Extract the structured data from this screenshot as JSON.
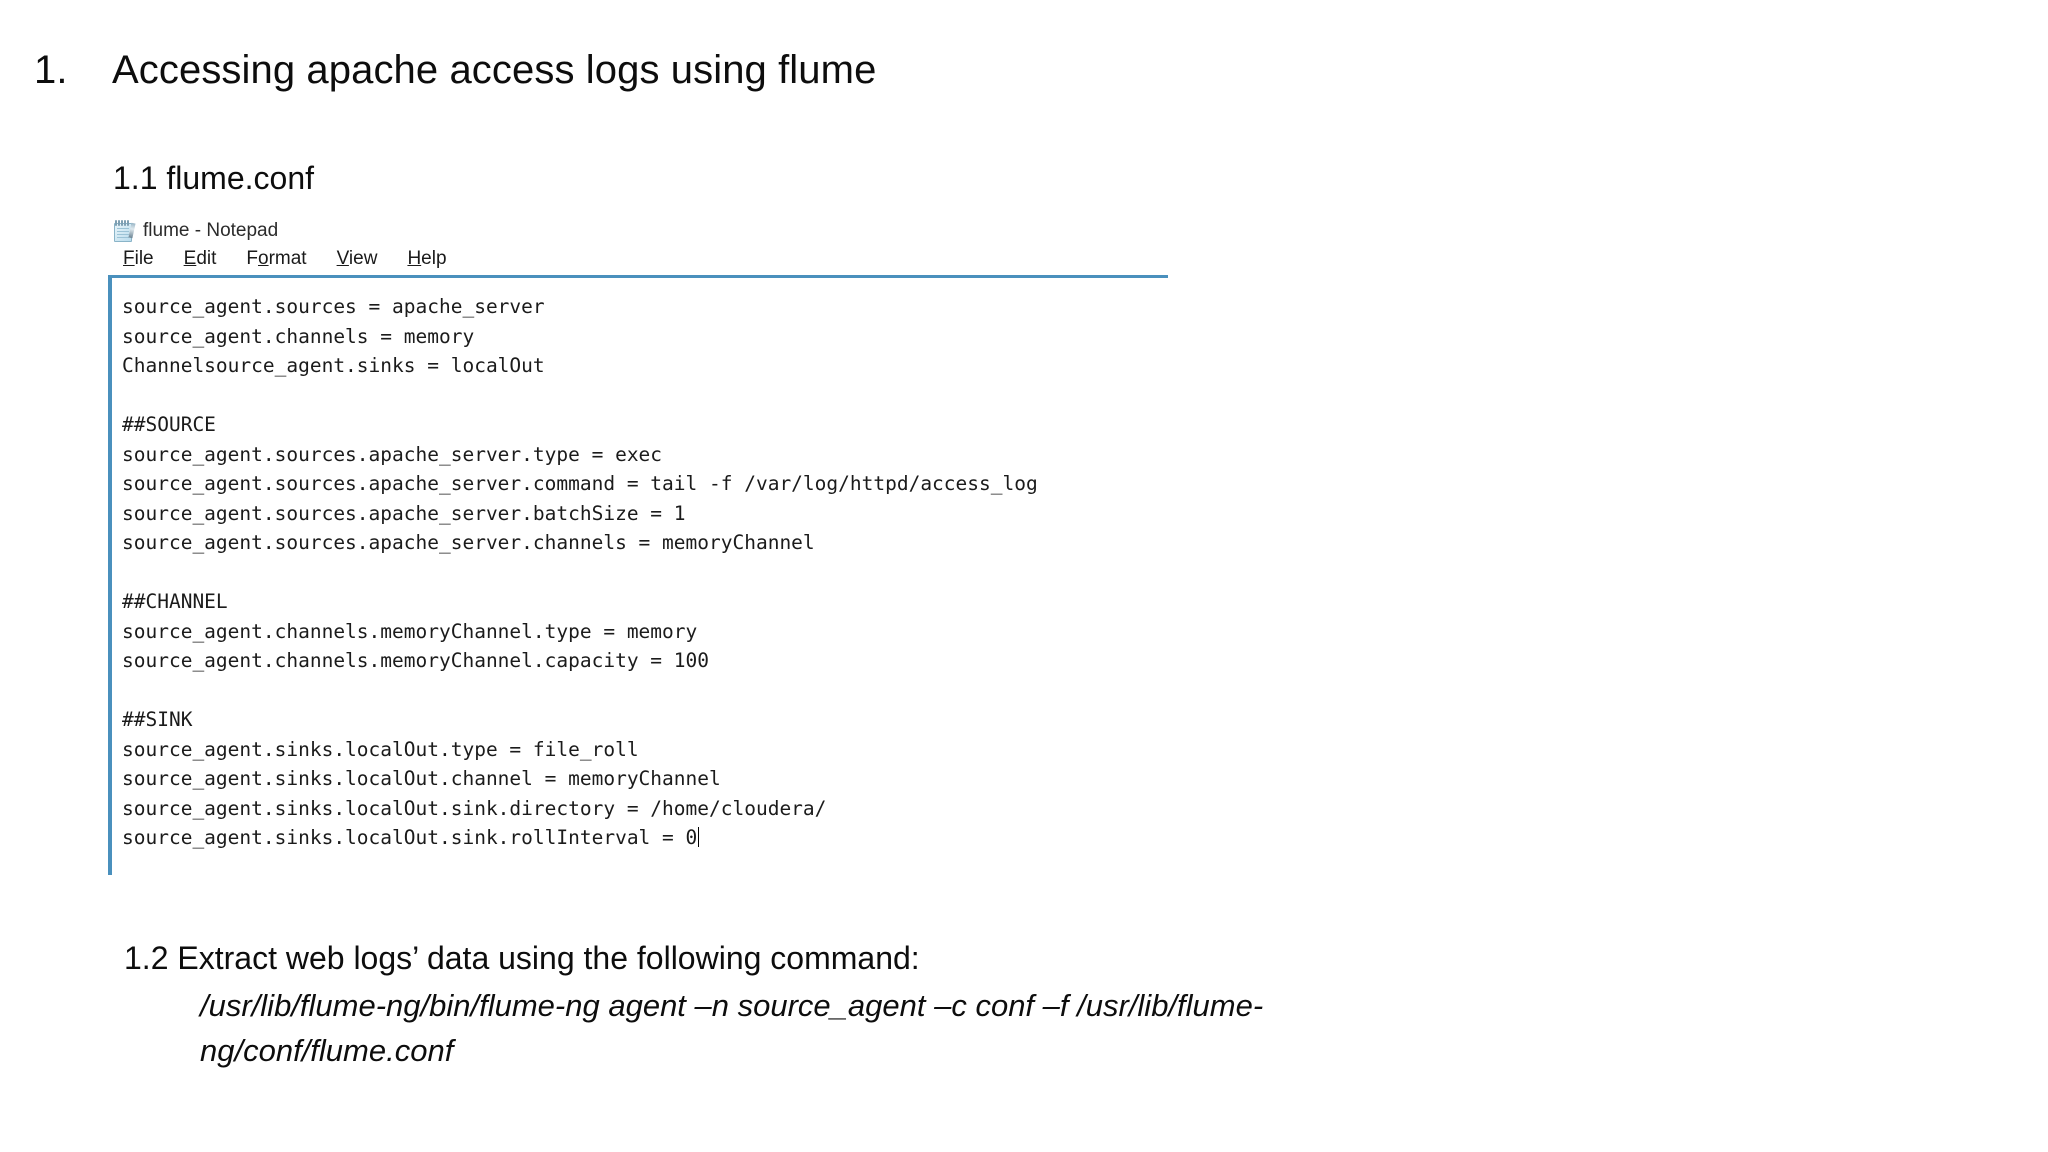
{
  "slide": {
    "heading_number": "1.",
    "heading_text": "Accessing apache access logs using flume",
    "sub_heading": "1.1 flume.conf"
  },
  "notepad": {
    "icon_name": "notepad-icon",
    "title": "flume - Notepad",
    "menu": [
      {
        "mnemonic": "F",
        "rest": "ile"
      },
      {
        "mnemonic": "E",
        "rest": "dit"
      },
      {
        "pre": "F",
        "mnemonic": "o",
        "rest": "rmat"
      },
      {
        "mnemonic": "V",
        "rest": "iew"
      },
      {
        "mnemonic": "H",
        "rest": "elp"
      }
    ],
    "menu_labels": [
      "File",
      "Edit",
      "Format",
      "View",
      "Help"
    ],
    "accent_color": "#4a90bd",
    "content_lines": [
      "source_agent.sources = apache_server",
      "source_agent.channels = memory",
      "Channelsource_agent.sinks = localOut",
      "",
      "##SOURCE",
      "source_agent.sources.apache_server.type = exec",
      "source_agent.sources.apache_server.command = tail -f /var/log/httpd/access_log",
      "source_agent.sources.apache_server.batchSize = 1",
      "source_agent.sources.apache_server.channels = memoryChannel",
      "",
      "##CHANNEL",
      "source_agent.channels.memoryChannel.type = memory",
      "source_agent.channels.memoryChannel.capacity = 100",
      "",
      "##SINK",
      "source_agent.sinks.localOut.type = file_roll",
      "source_agent.sinks.localOut.channel = memoryChannel",
      "source_agent.sinks.localOut.sink.directory = /home/cloudera/",
      "source_agent.sinks.localOut.sink.rollInterval = 0"
    ],
    "caret_after_line_index": 18
  },
  "section_12": {
    "title": "1.2 Extract web logs’ data using the following command:",
    "command_line_1": "/usr/lib/flume-ng/bin/flume-ng agent –n source_agent –c conf –f /usr/lib/flume-",
    "command_line_2": "ng/conf/flume.conf"
  }
}
